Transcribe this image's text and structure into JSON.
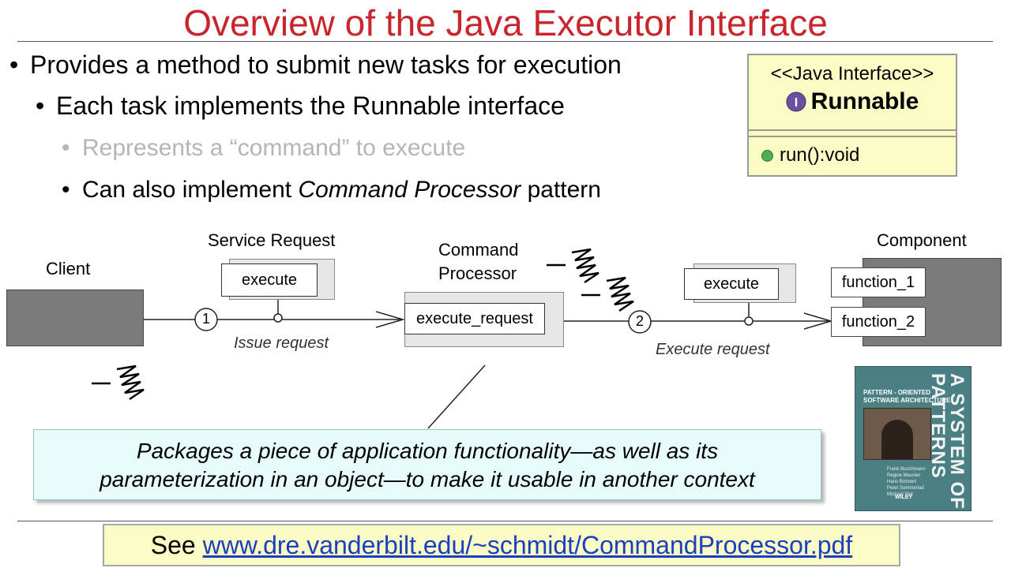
{
  "title": "Overview of the Java Executor Interface",
  "bullets": {
    "l1": "Provides a method to submit new tasks for execution",
    "l2": "Each task implements the Runnable interface",
    "l3a": "Represents a “command” to execute",
    "l3b_prefix": "Can also implement ",
    "l3b_italic": "Command Processor",
    "l3b_suffix": " pattern"
  },
  "uml": {
    "stereotype": "<<Java Interface>>",
    "interface_letter": "I",
    "name": "Runnable",
    "operation": "run():void"
  },
  "diagram": {
    "client": "Client",
    "service_request": "Service Request",
    "execute": "execute",
    "command_processor_line1": "Command",
    "command_processor_line2": "Processor",
    "execute_request": "execute_request",
    "step1": "1",
    "step2": "2",
    "issue_request": "Issue request",
    "execute_request_label": "Execute request",
    "execute2": "execute",
    "component": "Component",
    "function_1": "function_1",
    "function_2": "function_2"
  },
  "callout": {
    "line1": "Packages a piece of application functionality—as well as its",
    "line2": "parameterization in an object—to make it usable in another context"
  },
  "book": {
    "spine_line1": "A SYSTEM OF",
    "spine_line2": "PATTERNS",
    "subtitle_line1": "PATTERN - ORIENTED",
    "subtitle_line2": "SOFTWARE ARCHITECTURE",
    "authors": [
      "Frank Buschmann",
      "Regine Meunier",
      "Hans Rohnert",
      "Peter Sommerlad",
      "Michael Stal"
    ],
    "publisher": "WILEY"
  },
  "footer": {
    "prefix": "See ",
    "link": "www.dre.vanderbilt.edu/~schmidt/CommandProcessor.pdf"
  },
  "colors": {
    "title": "#c8252c",
    "uml_fill": "#fbfbc6",
    "callout_fill": "#e8fbfb",
    "link": "#1a3fbf",
    "dim_text": "#b5b5b5"
  }
}
